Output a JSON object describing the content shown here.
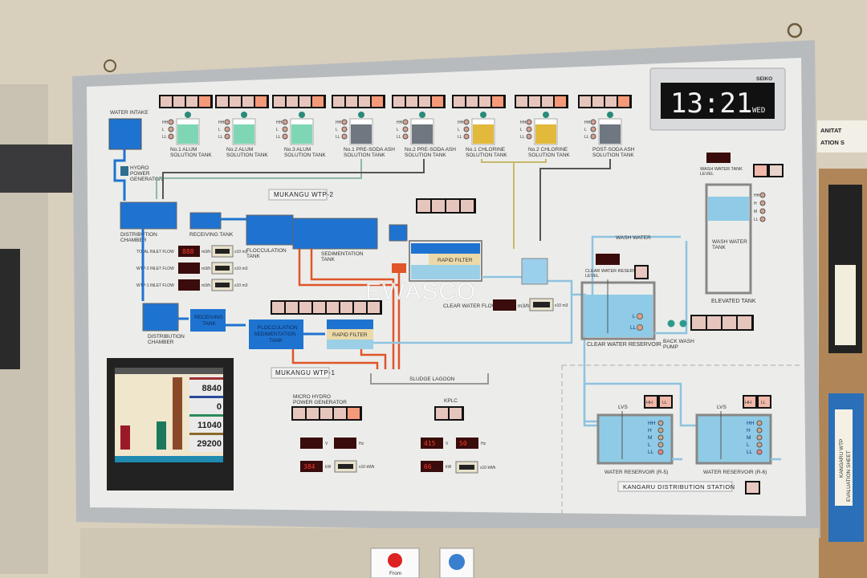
{
  "clock": {
    "brand": "SEIKO",
    "time": "13:21",
    "day": "WED"
  },
  "watermark": "EWASCO",
  "intake": {
    "water_intake": "WATER INTAKE",
    "hydro_l1": "HYDRO",
    "hydro_l2": "POWER",
    "hydro_l3": "GENERATOR"
  },
  "chemical_tanks": [
    {
      "l1": "No.1 ALUM",
      "l2": "SOLUTION TANK",
      "color": "#7fd6b4"
    },
    {
      "l1": "No.2 ALUM",
      "l2": "SOLUTION TANK",
      "color": "#7fd6b4"
    },
    {
      "l1": "No.3 ALUM",
      "l2": "SOLUTION TANK",
      "color": "#7fd6b4"
    },
    {
      "l1": "No.1 PRE-SODA ASH",
      "l2": "SOLUTION TANK",
      "color": "#6f7780"
    },
    {
      "l1": "No.2 PRE-SODA ASH",
      "l2": "SOLUTION TANK",
      "color": "#6f7780"
    },
    {
      "l1": "No.1 CHLORINE",
      "l2": "SOLUTION TANK",
      "color": "#e2b93a"
    },
    {
      "l1": "No.2 CHLORINE",
      "l2": "SOLUTION TANK",
      "color": "#e2b93a"
    },
    {
      "l1": "POST-SODA ASH",
      "l2": "SOLUTION TANK",
      "color": "#6f7780"
    }
  ],
  "level_marks": {
    "hh": "HH",
    "h": "H",
    "m": "M",
    "l": "L",
    "ll": "LL"
  },
  "wtp2": {
    "title": "MUKANGU WTP-2",
    "distribution_chamber_l1": "DISTRIBUTION",
    "distribution_chamber_l2": "CHAMBER",
    "receiving_tank": "RECEIVING TANK",
    "flocculation_l1": "FLOCCULATION",
    "flocculation_l2": "TANK",
    "sedimentation_l1": "SEDIMENTATION",
    "sedimentation_l2": "TANK",
    "rapid_filter": "RAPID FILTER"
  },
  "flows": [
    {
      "label": "TOTAL INLET FLOW",
      "unit": "m3/h",
      "value": "888",
      "mult": "x10 m3"
    },
    {
      "label": "WTP-2 INLET FLOW",
      "unit": "m3/h",
      "value": "",
      "mult": "x10 m3"
    },
    {
      "label": "WTP-1 INLET FLOW",
      "unit": "m3/h",
      "value": "",
      "mult": "x10 m3"
    }
  ],
  "wtp1": {
    "title": "MUKANGU WTP-1",
    "distribution_chamber_l1": "DISTRIBUTION",
    "distribution_chamber_l2": "CHAMBER",
    "receiving_l1": "RECEIVING",
    "receiving_l2": "TANK",
    "floc_l1": "FLOCCULATION",
    "floc_l2": "SEDIMENTATION",
    "floc_l3": "TANK",
    "rapid_filter": "RAPID FILTER",
    "sludge_lagoon": "SLUDGE LAGOON"
  },
  "clear_water": {
    "flow_label": "CLEAR WATER FLOW",
    "flow_unit": "m3/h",
    "flow_mult": "x10 m3",
    "reservoir_level_l1": "CLEAR WATER RESERVOIR",
    "reservoir_level_l2": "LEVEL",
    "level_value": "",
    "reservoir": "CLEAR WATER RESERVOIR",
    "back_wash_l1": "BACK WASH",
    "back_wash_l2": "PUMP",
    "wash_water": "WASH WATER"
  },
  "elevated": {
    "level_l1": "WASH WATER TANK",
    "level_l2": "LEVEL",
    "level_value": "",
    "wash_tank_l1": "WASH WATER",
    "wash_tank_l2": "TANK",
    "elevated_tank": "ELEVATED TANK"
  },
  "power": {
    "micro_hydro_l1": "MICRO HYDRO",
    "micro_hydro_l2": "POWER GENERATOR",
    "kplc": "KPLC",
    "hydro_v": "",
    "hydro_hz": "",
    "hydro_kw": "384",
    "kplc_v": "415",
    "kplc_hz": "50",
    "kplc_kw": "66",
    "u_v": "V",
    "u_hz": "Hz",
    "u_kw": "kW",
    "u_kwh": "x10 kWh"
  },
  "monitor": {
    "values": [
      "8840",
      "0",
      "11040",
      "29200"
    ]
  },
  "kangaru": {
    "title": "KANGARU DISTRIBUTION STATION",
    "lvs": "LVS",
    "r5": "WATER RESERVOIR (R-5)",
    "r6": "WATER RESERVOIR (R-6)",
    "hh_btn": "HH",
    "ll_btn": "LL"
  },
  "wall": {
    "sign_l1": "ANITAT",
    "sign_l2": "ATION S",
    "binder_l1": "KANGARU WTP",
    "binder_l2": "EVALUATION SHEET",
    "sticker": "From"
  }
}
